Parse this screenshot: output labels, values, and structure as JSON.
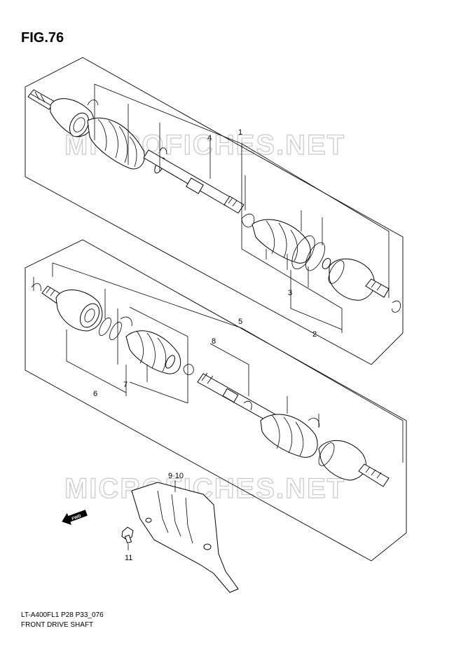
{
  "figure": {
    "title": "FIG.76",
    "watermark": "MICROFICHES.NET",
    "callouts": [
      "1",
      "4",
      "2",
      "3",
      "5",
      "8",
      "7",
      "6",
      "9·10",
      "11"
    ],
    "fwd_label": "FWD",
    "footer_code": "LT-A400FL1 P28 P33_076",
    "footer_title": "FRONT DRIVE SHAFT"
  }
}
